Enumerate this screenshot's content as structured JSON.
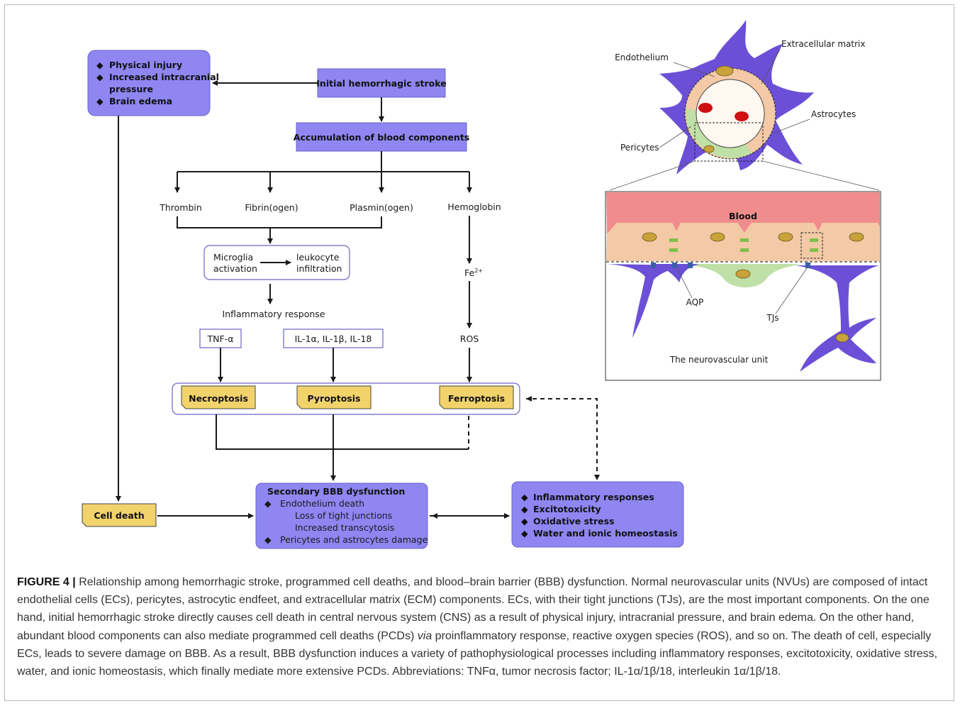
{
  "flow": {
    "injury_box": {
      "items": [
        "Physical injury",
        "Increased intracranial pressure",
        "Brain edema"
      ],
      "line1": "Physical injury",
      "line2a": "Increased intracranial",
      "line2b": "pressure",
      "line3": "Brain edema"
    },
    "initial": "Initial hemorrhagic stroke",
    "accumulation": "Accumulation of blood components",
    "thrombin": "Thrombin",
    "fibrin": "Fibrin(ogen)",
    "plasmin": "Plasmin(ogen)",
    "hemoglobin": "Hemoglobin",
    "microglia_a": "Microglia",
    "microglia_b": "activation",
    "leukocyte_a": "leukocyte",
    "leukocyte_b": "infiltration",
    "fe": "Fe",
    "fe_sup": "2+",
    "inflammatory": "Inflammatory response",
    "tnf": "TNF-α",
    "il": "IL-1α, IL-1β, IL-18",
    "ros": "ROS",
    "necroptosis": "Necroptosis",
    "pyroptosis": "Pyroptosis",
    "ferroptosis": "Ferroptosis",
    "cell_death": "Cell death",
    "secondary": {
      "title": "Secondary BBB dysfunction",
      "l1": "Endothelium death",
      "l2": "Loss of tight junctions",
      "l3": "Increased transcytosis",
      "l4": "Pericytes and astrocytes damage"
    },
    "outcomes": [
      "Inflammatory responses",
      "Excitotoxicity",
      "Oxidative stress",
      "Water and ionic homeostasis"
    ]
  },
  "nvu": {
    "extracellular_matrix": "Extracellular matrix",
    "endothelium": "Endothelium",
    "astrocytes": "Astrocytes",
    "pericytes": "Pericytes",
    "blood": "Blood",
    "aqp": "AQP",
    "tjs": "TJs",
    "unit": "The neurovascular unit"
  },
  "caption": {
    "label": "FIGURE 4",
    "sep": "|",
    "text1": "Relationship among hemorrhagic stroke, programmed cell deaths, and blood–brain barrier (BBB) dysfunction. Normal neurovascular units (NVUs) are composed of intact endothelial cells (ECs), pericytes, astrocytic endfeet, and extracellular matrix (ECM) components. ECs, with their tight junctions (TJs), are the most important components. On the one hand, initial hemorrhagic stroke directly causes cell death in central nervous system (CNS) as a result of physical injury, intracranial pressure, and brain edema. On the other hand, abundant blood components can also mediate programmed cell deaths (PCDs)",
    "via": "via",
    "text2": "proinflammatory response, reactive oxygen species (ROS), and so on. The death of cell, especially ECs, leads to severe damage on BBB. As a result, BBB dysfunction induces a variety of pathophysiological processes including inflammatory responses, excitotoxicity, oxidative stress, water, and ionic homeostasis, which finally mediate more extensive PCDs. Abbreviations: TNFα, tumor necrosis factor; IL-1α/1β/18, interleukin 1α/1β/18."
  },
  "colors": {
    "box_blue": "#8f86f2",
    "box_yellow": "#f2d36b",
    "astrocyte": "#6b4fd6",
    "blood": "#f08c8c",
    "endothelium": "#f3c9a6",
    "pericyte": "#bfe0a6"
  }
}
